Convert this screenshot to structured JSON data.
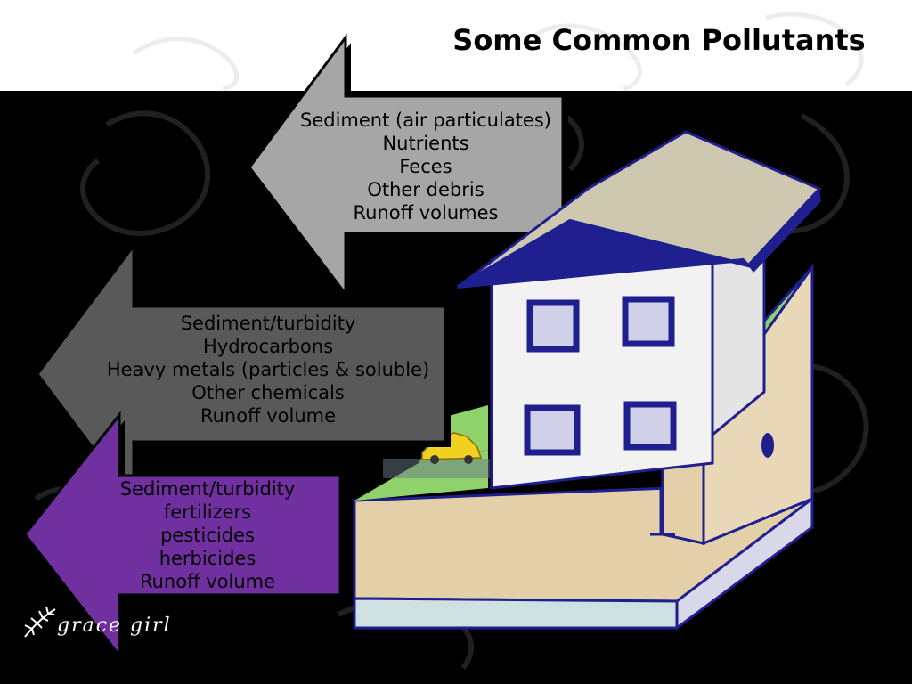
{
  "title": "Some Common Pollutants",
  "colors": {
    "background": "#000000",
    "arrow_top": "#a6a6a6",
    "arrow_middle": "#595959",
    "arrow_bottom": "#7030a0",
    "house_outline": "#1f1f8f",
    "grass": "#8fd16a",
    "ground": "#e3d0a8"
  },
  "arrows": {
    "top": {
      "lines": [
        "Sediment (air particulates)",
        "Nutrients",
        "Feces",
        "Other debris",
        "Runoff volumes"
      ]
    },
    "middle": {
      "lines": [
        "Sediment/turbidity",
        "Hydrocarbons",
        "Heavy metals (particles & soluble)",
        "Other chemicals",
        "Runoff volume"
      ]
    },
    "bottom": {
      "lines": [
        "Sediment/turbidity",
        "fertilizers",
        "pesticides",
        "herbicides",
        "Runoff volume"
      ]
    }
  },
  "illustration": {
    "icon": "house-drawing"
  },
  "logo": {
    "text": "grace girl",
    "icon": "fern-logo-icon"
  }
}
